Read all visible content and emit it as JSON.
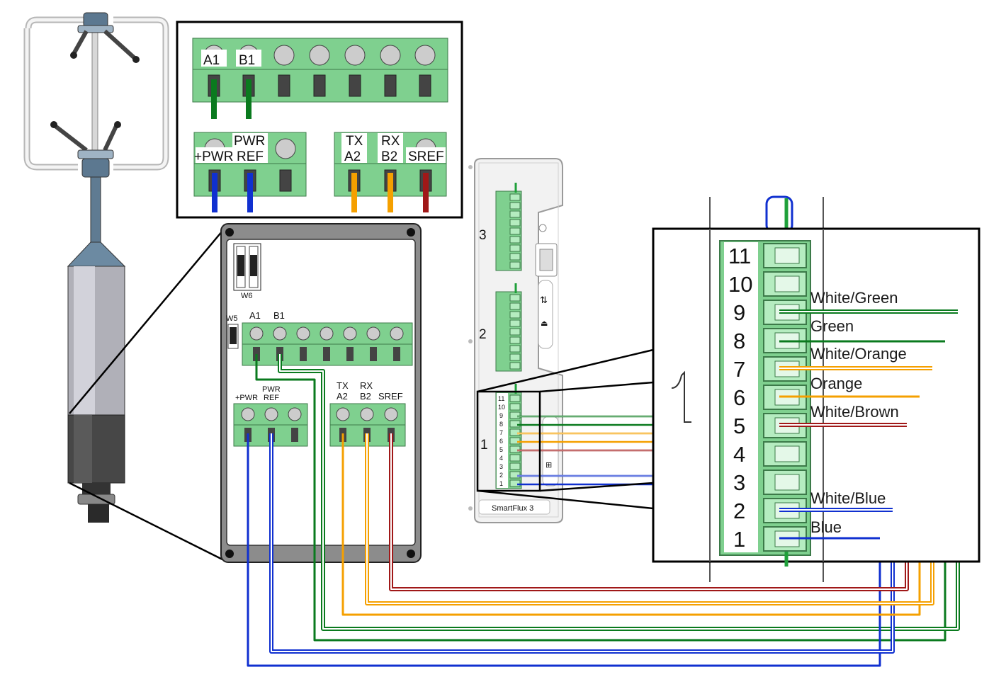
{
  "colors": {
    "terminal_green": "#7fd08f",
    "terminal_border": "#3c7a49",
    "wire_green": "#0a7a1e",
    "wire_blue": "#1030d0",
    "wire_orange": "#f5a000",
    "wire_brown": "#a01818",
    "panel_gray": "#8c8c8c",
    "frame": "#111111"
  },
  "top_inset": {
    "row1_labels": [
      "A1",
      "B1"
    ],
    "pwr_block": {
      "plus_pwr": "+PWR",
      "pwr": "PWR",
      "ref": "REF"
    },
    "com_block": {
      "tx": "TX",
      "a2": "A2",
      "rx": "RX",
      "b2": "B2",
      "sref": "SREF"
    }
  },
  "board": {
    "jumper_w6": "W6",
    "jumper_w5": "W5",
    "row1_labels": [
      "A1",
      "B1"
    ],
    "pwr_block": {
      "plus_pwr": "+PWR",
      "pwr": "PWR",
      "ref": "REF"
    },
    "com_block": {
      "tx": "TX",
      "a2": "A2",
      "rx": "RX",
      "b2": "B2",
      "sref": "SREF"
    }
  },
  "smartflux": {
    "device_label": "SmartFlux 3",
    "port_numbers": [
      "3",
      "2",
      "1"
    ],
    "pin_labels": [
      "11",
      "10",
      "9",
      "8",
      "7",
      "6",
      "5",
      "4",
      "3",
      "2",
      "1"
    ]
  },
  "zoom": {
    "port_marker": "1",
    "pin_numbers": [
      "11",
      "10",
      "9",
      "8",
      "7",
      "6",
      "5",
      "4",
      "3",
      "2",
      "1"
    ],
    "wire_labels": {
      "9": "White/Green",
      "8": "Green",
      "7": "White/Orange",
      "6": "Orange",
      "5": "White/Brown",
      "2": "White/Blue",
      "1": "Blue"
    }
  }
}
